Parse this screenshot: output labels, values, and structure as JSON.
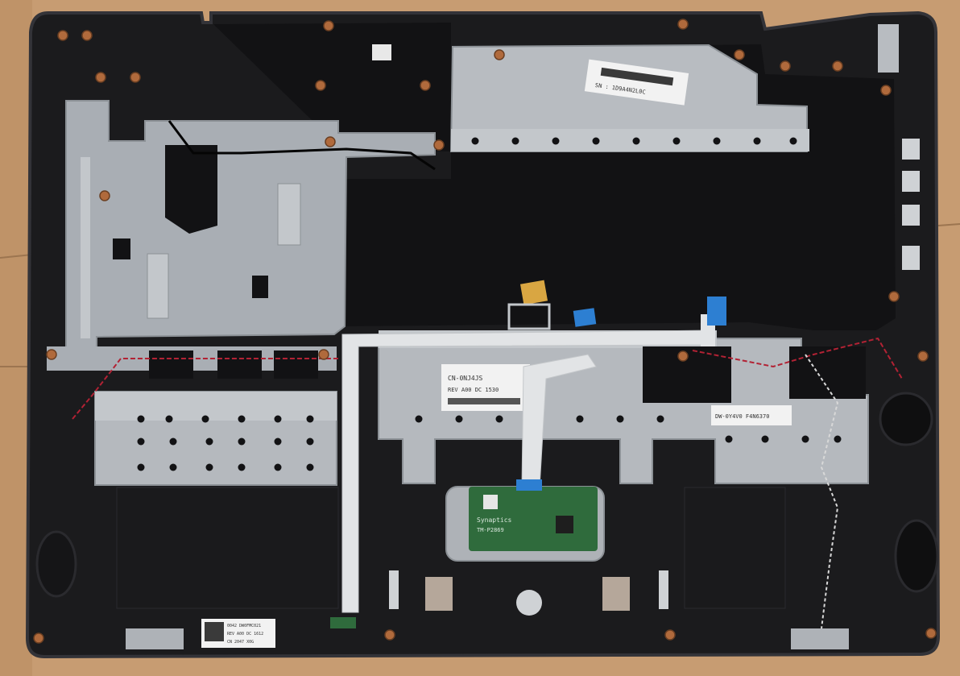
{
  "photo": {
    "subject": "",
    "colors": {
      "cardboard": "#c79c72",
      "cardboard_dark": "#9c7550",
      "chassis": "#1b1b1d",
      "chassis_edge": "#333338",
      "plate": "#a9aeb4",
      "plate_light": "#c3c7cb",
      "plate_dark": "#8c9196",
      "film": "#121214",
      "screw": "#b06a3c",
      "cable_white": "#e2e4e6",
      "cable_blue": "#2d7fd2",
      "pcb": "#2f6b3c",
      "label": "#f2f2f2",
      "wire_red": "#b22234"
    }
  },
  "labels": {
    "touchpad_chip": "Synaptics",
    "touchpad_model": "TM-P2869",
    "serial_bottom": "0042 DW0FMC021",
    "serial_bottom_2": "REV A00   DC 1612",
    "serial_bottom_3": "CN 2047        X0G",
    "sticker_top": "SN : 1D9A4N2L0C",
    "sticker_middle_1": "CN-0NJ4JS",
    "sticker_middle_2": "REV A00  DC 1530",
    "sticker_right": "DW-0Y4V0 F4N6370"
  }
}
